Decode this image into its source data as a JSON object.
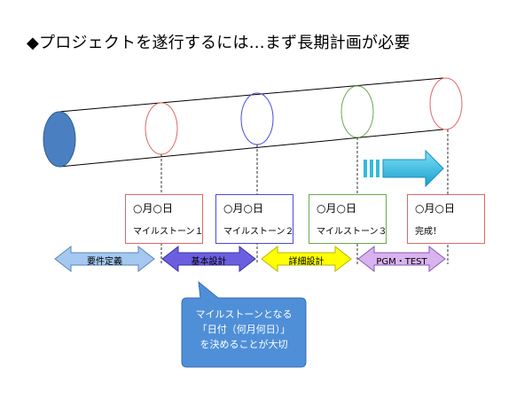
{
  "title": "◆プロジェクトを遂行するには…まず長期計画が必要",
  "milestones": [
    {
      "date": "○月○日",
      "name": "マイルストーン１",
      "color": "#e06666"
    },
    {
      "date": "○月○日",
      "name": "マイルストーン２",
      "color": "#4a4adf"
    },
    {
      "date": "○月○日",
      "name": "マイルストーン３",
      "color": "#6aa84f"
    },
    {
      "date": "○月○日",
      "name": "完成！",
      "color": "#e06666"
    }
  ],
  "phases": [
    {
      "label": "要件定義",
      "fill": "#a4c8f0"
    },
    {
      "label": "基本設計",
      "fill": "#6b5fe0"
    },
    {
      "label": "詳細設計",
      "fill": "#ffff00"
    },
    {
      "label": "PGM・TEST",
      "fill": "#d9b3f0"
    }
  ],
  "callout": {
    "lines": [
      "マイルストーンとなる",
      "「日付（何月何日）」",
      "を決めることが大切"
    ],
    "fill": "#4f8fd8"
  },
  "colors": {
    "tube_start": "#4a7fc1",
    "progress_arrow": "#33bbdd"
  }
}
